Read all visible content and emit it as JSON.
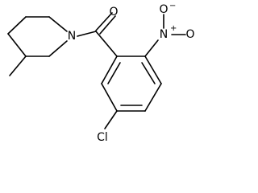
{
  "molecule": {
    "atoms": {
      "oxygen_carbonyl": "O",
      "nitrogen_ring": "N",
      "nitrogen_nitro": "N",
      "nitro_plus": "+",
      "oxygen_nitro_a": "O",
      "nitro_minus": "−",
      "oxygen_nitro_b": "O",
      "chlorine": "Cl"
    }
  }
}
